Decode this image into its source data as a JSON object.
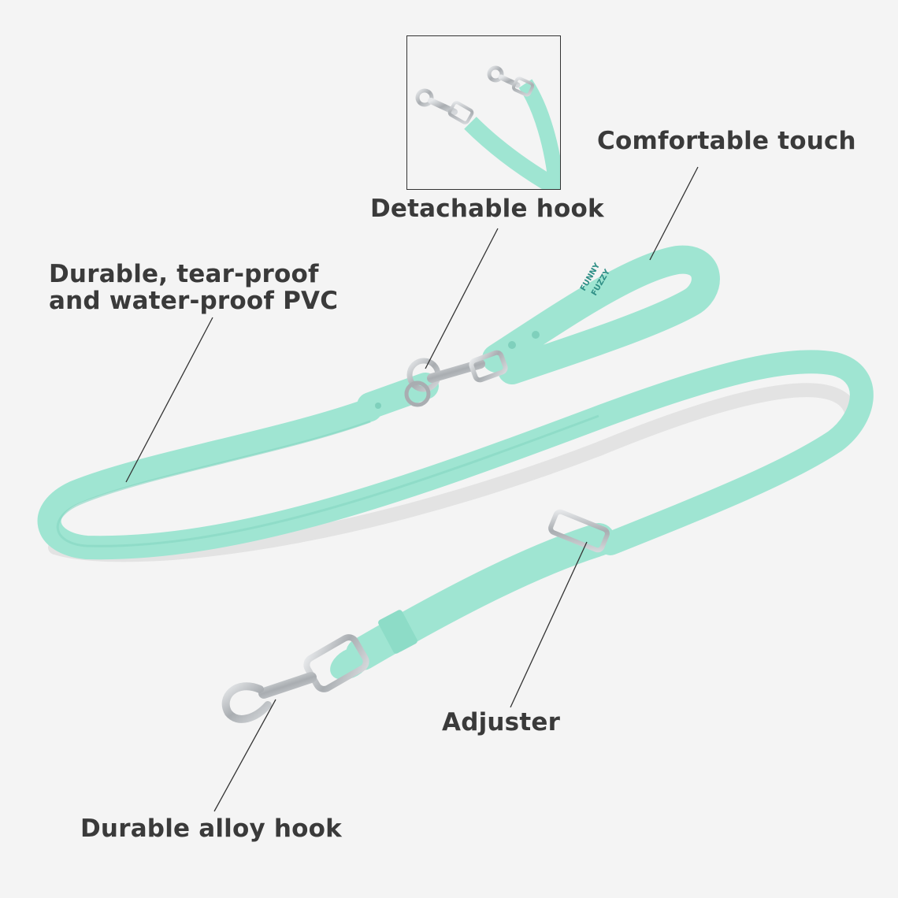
{
  "callouts": {
    "comfortable_touch": "Comfortable touch",
    "detachable_hook": "Detachable hook",
    "pvc_line1": "Durable, tear-proof",
    "pvc_line2": "and water-proof PVC",
    "adjuster": "Adjuster",
    "alloy_hook": "Durable alloy hook"
  },
  "brand": {
    "line1": "FUNNY",
    "line2": "FUZZY"
  },
  "colors": {
    "background": "#f4f4f4",
    "leash": "#9fe5d2",
    "leash_shadow": "#7fd0bc",
    "metal": "#b8bcc0",
    "text": "#3a3a3a"
  }
}
